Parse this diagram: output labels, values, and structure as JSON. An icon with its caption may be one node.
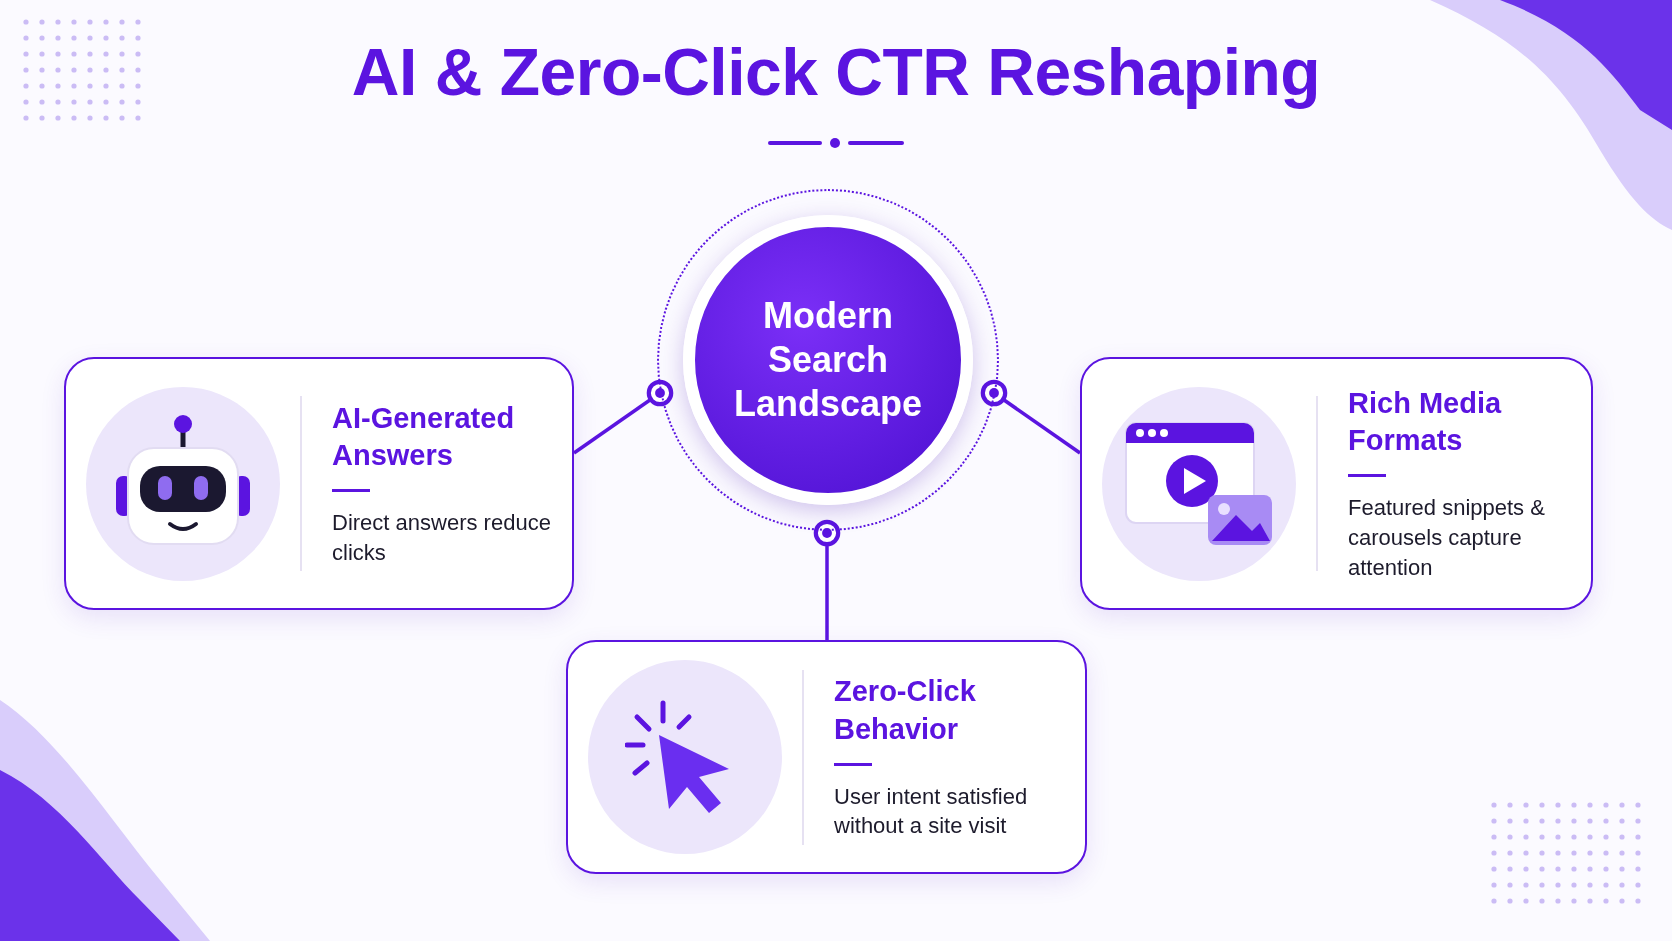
{
  "diagram": {
    "title": "AI & Zero-Click CTR **Reshaping**",
    "nodes": [
      {
        "text": [
          "Modern Search Landscape"
        ]
      },
      {
        "text": [
          "AI-Generated Answers",
          "Direct answers reduce clicks"
        ]
      },
      {
        "text": [
          "Rich Media Formats",
          "Featured snippets & carousels capture attention"
        ]
      },
      {
        "text": [
          "Zero-Click Behavior",
          "User intent satisfied without a site visit"
        ]
      }
    ],
    "edges": [
      {
        "from": 0,
        "to": 1,
        "arrow": "other"
      },
      {
        "from": 0,
        "to": 2,
        "arrow": "other"
      },
      {
        "from": 0,
        "to": 3,
        "arrow": "other"
      }
    ]
  }
}
